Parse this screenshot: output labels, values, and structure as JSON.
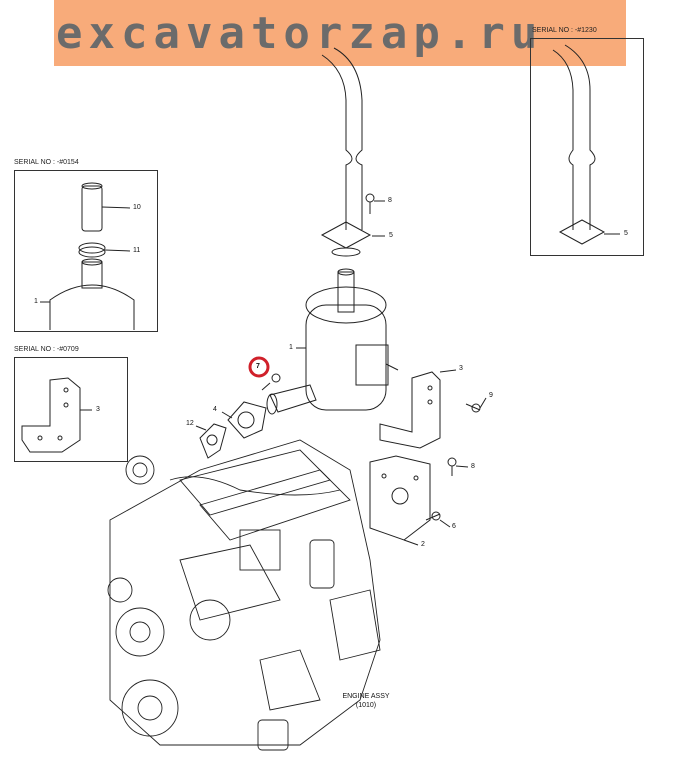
{
  "banner": {
    "text": "excavatorzap.ru",
    "color": "#f8ab7a"
  },
  "insets": {
    "top_left_serial": "SERIAL NO : -#0154",
    "mid_left_serial": "SERIAL NO : -#0709",
    "top_right_serial": "SERIAL NO : -#1230"
  },
  "callouts": [
    "10",
    "11",
    "1",
    "3",
    "8",
    "5",
    "5",
    "1",
    "7",
    "4",
    "12",
    "3",
    "9",
    "8",
    "6",
    "2"
  ],
  "highlight": {
    "part": "7",
    "color": "#d0202a"
  },
  "engine": {
    "line1": "ENGINE ASSY",
    "line2": "(1010)"
  }
}
